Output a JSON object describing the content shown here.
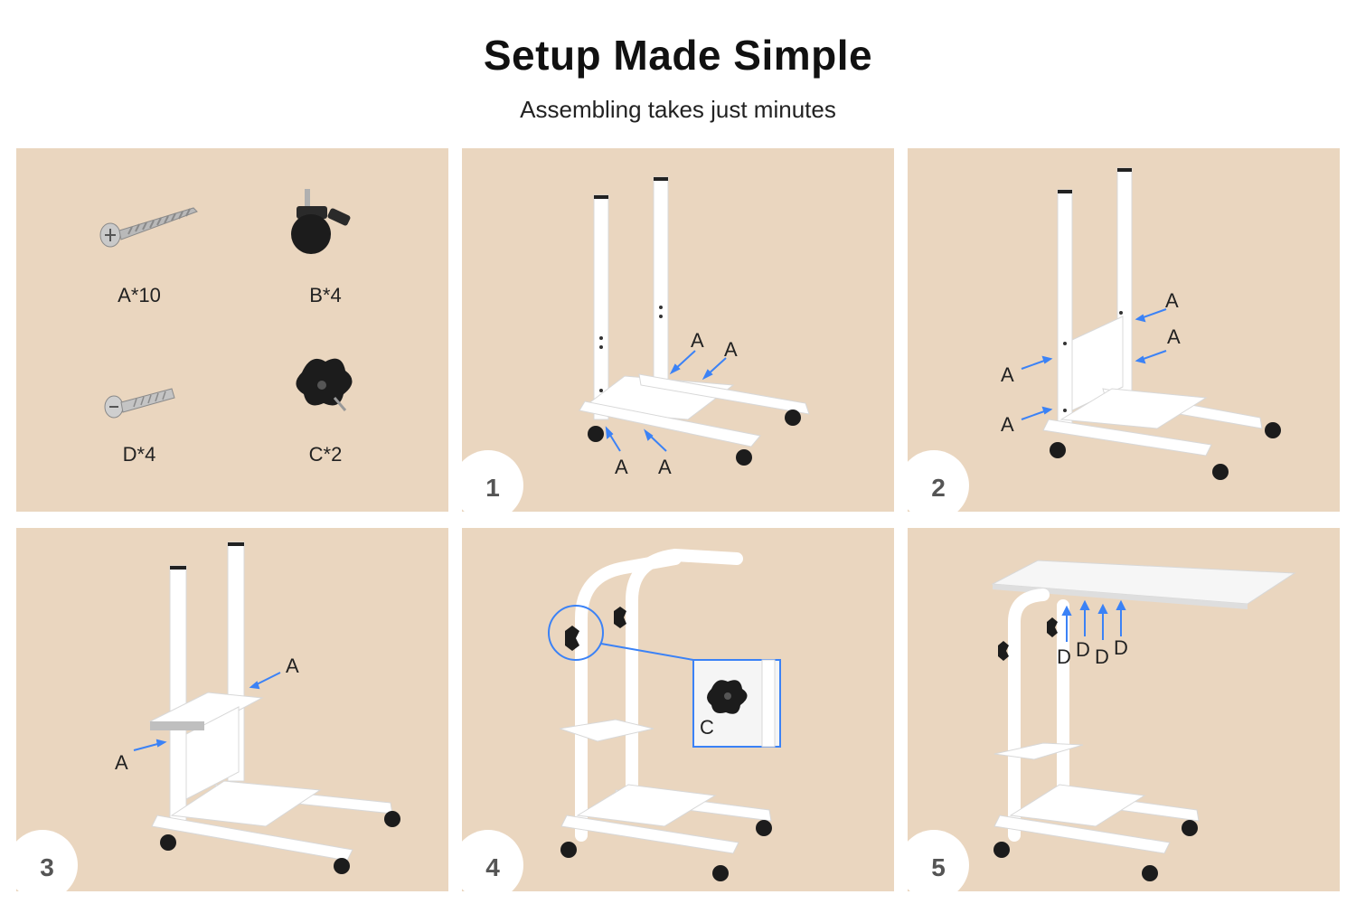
{
  "header": {
    "title": "Setup Made Simple",
    "subtitle": "Assembling takes just minutes"
  },
  "colors": {
    "panel_bg": "#ead6bf",
    "arrow": "#3b82f6",
    "frame": "#ffffff"
  },
  "parts": [
    {
      "code": "A*10",
      "icon": "screw-icon"
    },
    {
      "code": "B*4",
      "icon": "caster-wheel-icon"
    },
    {
      "code": "D*4",
      "icon": "bolt-icon"
    },
    {
      "code": "C*2",
      "icon": "knob-icon"
    }
  ],
  "steps": [
    {
      "number": "1",
      "labels": [
        "A",
        "A",
        "A",
        "A"
      ]
    },
    {
      "number": "2",
      "labels": [
        "A",
        "A",
        "A",
        "A"
      ]
    },
    {
      "number": "3",
      "labels": [
        "A",
        "A"
      ]
    },
    {
      "number": "4",
      "labels": [
        "C"
      ]
    },
    {
      "number": "5",
      "labels": [
        "D",
        "D",
        "D",
        "D"
      ]
    }
  ]
}
